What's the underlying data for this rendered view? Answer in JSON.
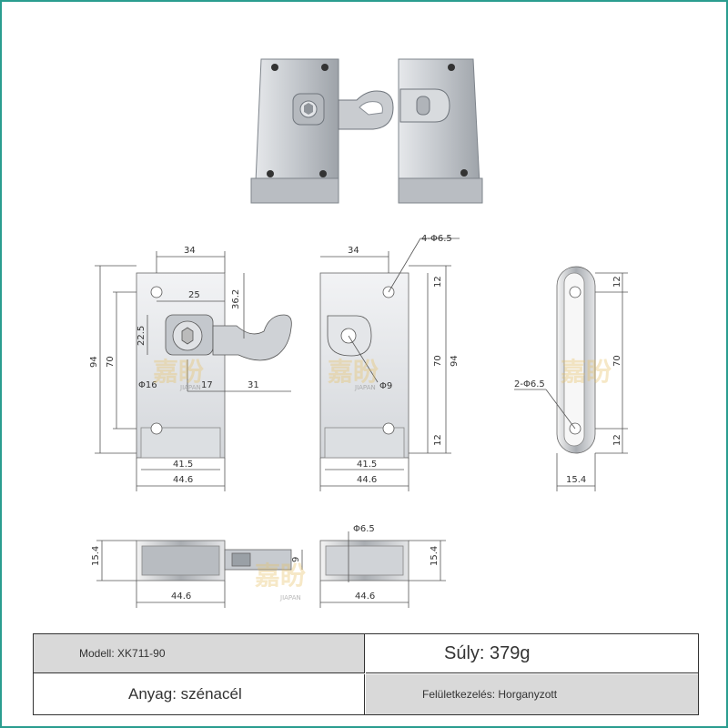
{
  "watermark": {
    "chinese": "嘉盼",
    "latin": "JIAPAN"
  },
  "front_view_left": {
    "width_top": "34",
    "hole_to_center": "25",
    "hook_height": "36.2",
    "center_offset": "22.5",
    "height_outer": "94",
    "height_inner": "70",
    "center_dia": "Φ16",
    "hook_gap": "17",
    "hook_reach": "31",
    "width_inner": "41.5",
    "width_outer": "44.6"
  },
  "front_view_right": {
    "width_top": "34",
    "holes": "4-Φ6.5",
    "edge_top": "12",
    "height_inner": "70",
    "height_outer": "94",
    "edge_bottom": "12",
    "pin_dia": "Φ9",
    "width_inner": "41.5",
    "width_outer": "44.6"
  },
  "side_view": {
    "holes": "2-Φ6.5",
    "edge_top": "12",
    "height": "70",
    "edge_bottom": "12",
    "thickness": "15.4"
  },
  "bottom_view": {
    "left_thickness": "15.4",
    "left_width": "44.6",
    "hook_thick": "9",
    "pin_dia": "Φ6.5",
    "right_thickness": "15.4",
    "right_width": "44.6"
  },
  "specs": {
    "model": "Modell: XK711-90",
    "weight": "Súly: 379g",
    "material": "Anyag: szénacél",
    "surface": "Felületkezelés: Horganyzott"
  },
  "colors": {
    "border": "#2a9d8f",
    "metal": "#c8ccd2",
    "metal_dark": "#8a8f96",
    "line": "#555555",
    "shade": "#d9d9d9"
  }
}
